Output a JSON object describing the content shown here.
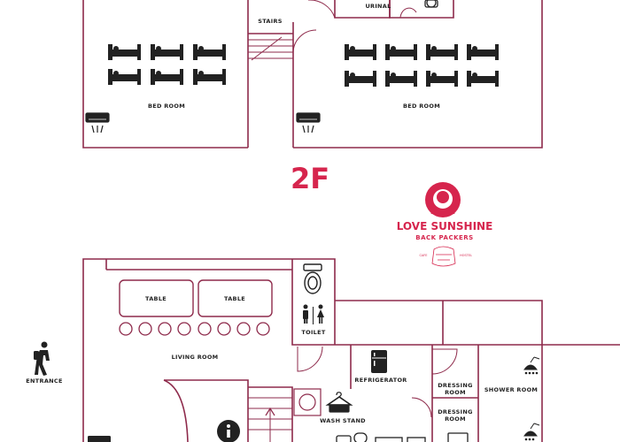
{
  "floor_label": "2F",
  "rooms": {
    "stairs": "STAIRS",
    "urinal": "URINAL",
    "bedroom_left": "BED ROOM",
    "bedroom_right": "BED ROOM",
    "table_1": "TABLE",
    "table_2": "TABLE",
    "toilet": "TOILET",
    "living_room": "LIVING ROOM",
    "entrance": "ENTRANCE",
    "refrigerator": "REFRIGERATOR",
    "dressing_room_1": "DRESSING\nROOM",
    "dressing_room_2": "DRESSING\nROOM",
    "shower_room": "SHOWER ROOM",
    "wash_stand": "WASH STAND"
  },
  "logo": {
    "line1": "LOVE SUNSHINE",
    "line2": "BACK PACKERS",
    "small_left": "CAFE",
    "small_right": "HOSTEL"
  },
  "colors": {
    "wall": "#8e2a4b",
    "accent": "#d6254d",
    "icon": "#222222"
  }
}
